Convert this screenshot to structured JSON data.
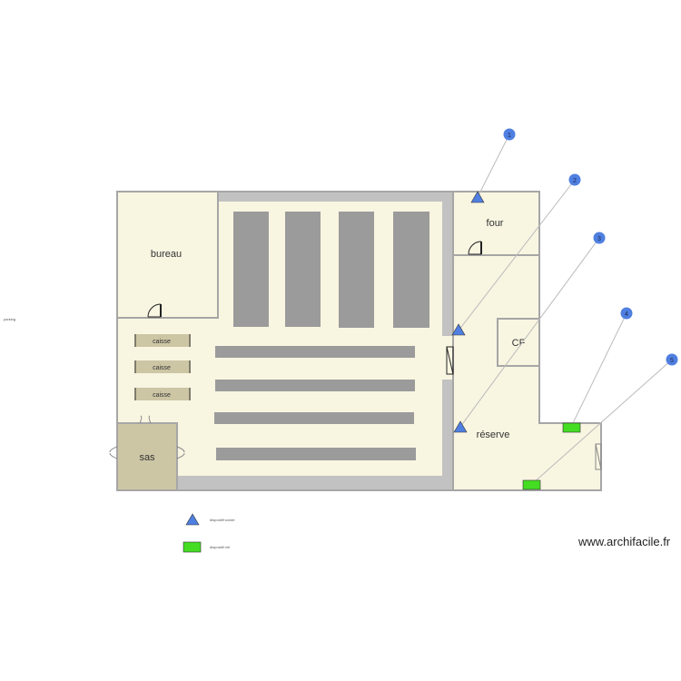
{
  "plan": {
    "side_label": "parking",
    "rooms": {
      "bureau": "bureau",
      "four": "four",
      "cf": "CF",
      "reserve": "réserve",
      "sas": "sas"
    },
    "caisses": [
      "caisse",
      "caisse",
      "caisse"
    ],
    "markers": [
      "1",
      "2",
      "3",
      "4",
      "5"
    ]
  },
  "legend": {
    "triangle_label": "dispositif sonde",
    "rectangle_label": "dispositif ctrl"
  },
  "watermark": "www.archifacile.fr",
  "colors": {
    "floor": "#f8f5e1",
    "wall": "#a6a6a6",
    "shelf": "#9b9b9b",
    "sas": "#cdc6a5",
    "marker": "#4f7fe0",
    "triangle": "#4f7fe0",
    "green": "#44dd22"
  }
}
